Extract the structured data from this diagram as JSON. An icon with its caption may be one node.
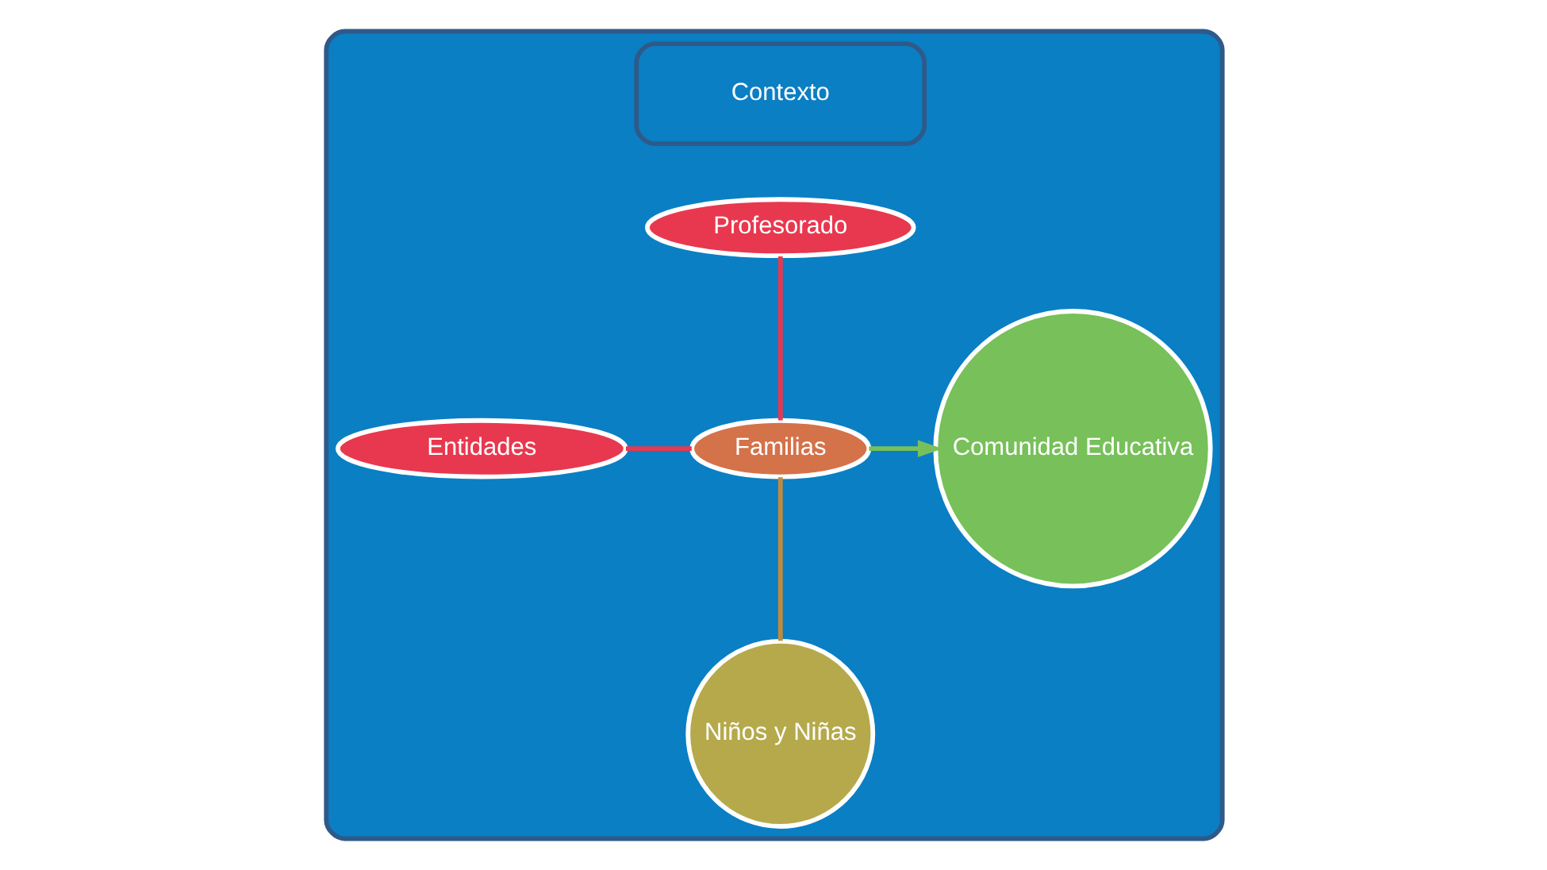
{
  "diagram": {
    "nodes": [
      {
        "text": [],
        "shape": "box"
      },
      {
        "text": [
          "Contexto"
        ],
        "in": 0
      },
      {
        "text": [
          "Profesorado"
        ],
        "in": 0
      },
      {
        "text": [
          "Entidades"
        ],
        "in": 0
      },
      {
        "text": [
          "Familias"
        ],
        "in": 0
      },
      {
        "text": [
          "Comunidad Educativa"
        ],
        "in": 0
      },
      {
        "text": [
          "Niños y Niñas"
        ],
        "in": 0
      }
    ],
    "edges": [
      {
        "from": 2,
        "to": 4,
        "arrow": "none",
        "color": "#e8384f"
      },
      {
        "from": 3,
        "to": 4,
        "arrow": "none",
        "color": "#e8384f"
      },
      {
        "from": 4,
        "to": 6,
        "arrow": "none",
        "color": "#c08a3e"
      },
      {
        "from": 4,
        "to": 5,
        "arrow": "to",
        "color": "#77c05a"
      }
    ]
  }
}
